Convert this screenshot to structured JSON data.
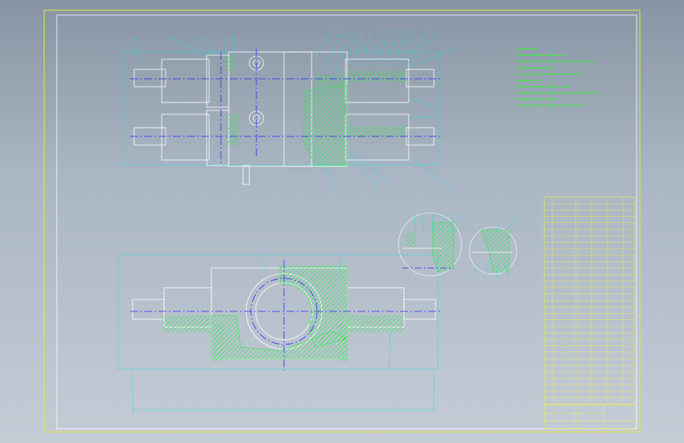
{
  "colors": {
    "background_top": "#8794a3",
    "background_bottom": "#c4ccd6",
    "frame": "#e6ea3a",
    "outline": "#ffffff",
    "hatch": "#2ee84a",
    "centerline": "#2a2aff",
    "dimension": "#24e0e0",
    "leader": "#24e0e0",
    "section": "#ff3030",
    "table_text": "#f2f23a",
    "table_line": "#f2f23a",
    "notes_text": "#38f038"
  },
  "views": {
    "top_view": {
      "visible": true
    },
    "front_view": {
      "visible": true
    },
    "detail_a": {
      "visible": true
    },
    "detail_b": {
      "visible": true
    }
  },
  "notes": {
    "lines": 10
  },
  "parts_list": {
    "rows": 32,
    "columns": 6
  },
  "title_block": {
    "visible": true
  }
}
